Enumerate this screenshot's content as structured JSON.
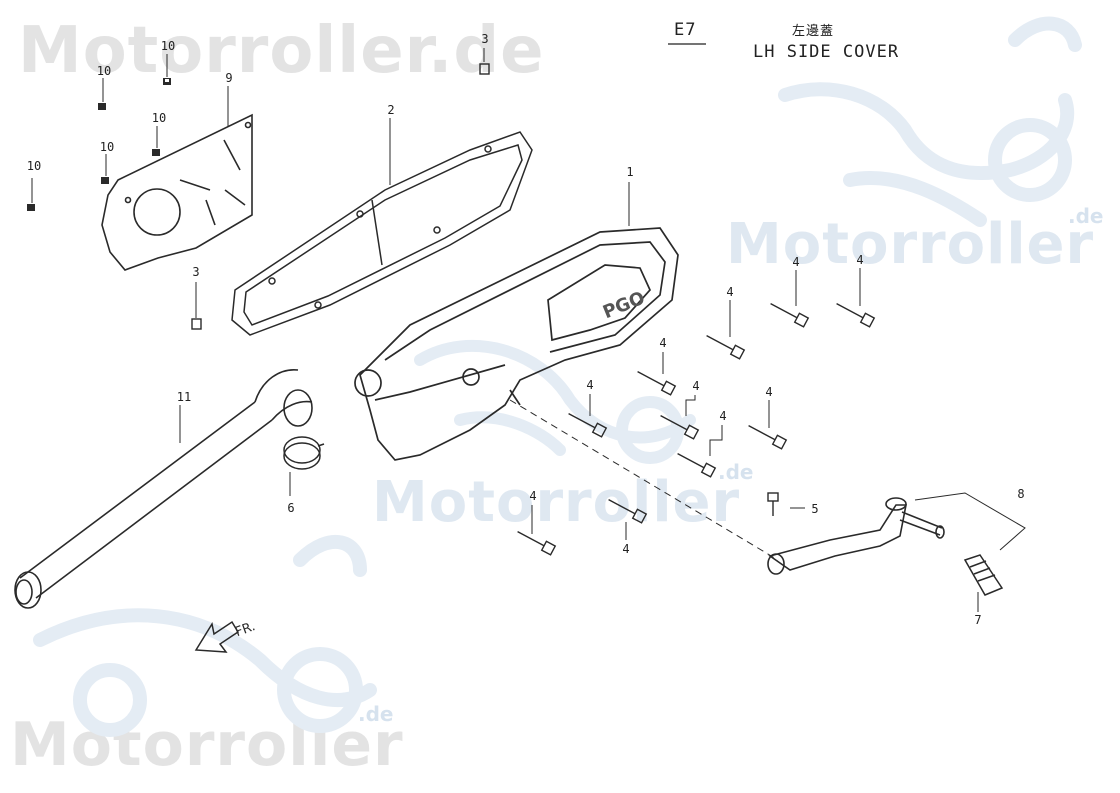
{
  "watermark": {
    "brand": "Motorroller",
    "suffix": ".de",
    "full": "Motorroller.de"
  },
  "header": {
    "code": "E7",
    "title_zh": "左邊蓋",
    "title_en": "LH SIDE COVER"
  },
  "cover_logo": "PGO",
  "direction_label": "FR.",
  "callouts": [
    "1",
    "2",
    "3",
    "3",
    "4",
    "4",
    "4",
    "4",
    "4",
    "4",
    "4",
    "4",
    "4",
    "4",
    "5",
    "6",
    "7",
    "8",
    "9",
    "10",
    "10",
    "10",
    "10",
    "10",
    "10",
    "11"
  ],
  "colors": {
    "line": "#2a2a2a",
    "watermark_gray": "#e3e3e3",
    "watermark_blue": "#dfe8f1"
  }
}
